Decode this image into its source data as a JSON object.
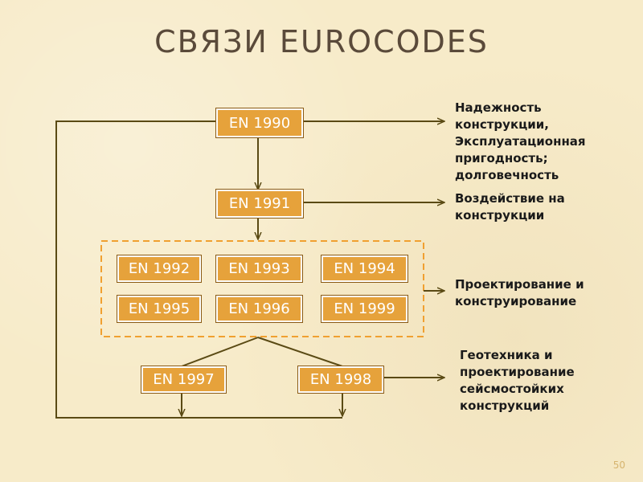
{
  "title": "СВЯЗИ   EUROCODES",
  "boxes": {
    "en1990": "EN 1990",
    "en1991": "EN 1991",
    "en1992": "EN 1992",
    "en1993": "EN 1993",
    "en1994": "EN 1994",
    "en1995": "EN 1995",
    "en1996": "EN 1996",
    "en1999": "EN 1999",
    "en1997": "EN 1997",
    "en1998": "EN 1998"
  },
  "notes": {
    "reliability": "Надежность конструкции, Эксплуатационная пригодность; долговечность",
    "actions": "Воздействие на конструкции",
    "design": "Проектирование и конструирование",
    "geotech": "Геотехника и проектирование сейсмостойких конструкций"
  },
  "colors": {
    "box_fill": "#e6a23b",
    "line": "#5a4a14",
    "dashed_frame": "#f0a030",
    "background": "#f7ebc9"
  },
  "page_number": "50"
}
